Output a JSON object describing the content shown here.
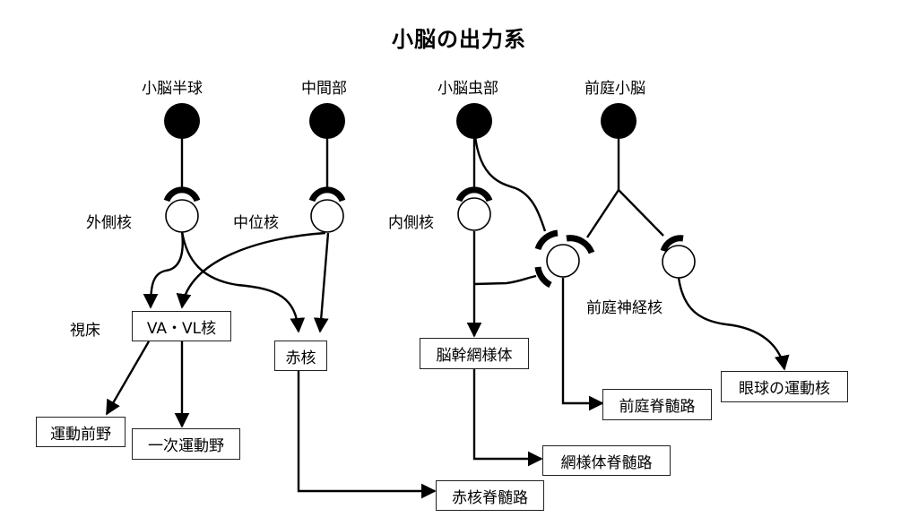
{
  "title": "小脳の出力系",
  "sources": [
    {
      "id": "hemisphere",
      "label": "小脳半球"
    },
    {
      "id": "intermediate",
      "label": "中間部"
    },
    {
      "id": "vermis",
      "label": "小脳虫部"
    },
    {
      "id": "vestibulocerebellum",
      "label": "前庭小脳"
    }
  ],
  "nuclei": [
    {
      "id": "dentate",
      "label": "外側核"
    },
    {
      "id": "interposed",
      "label": "中位核"
    },
    {
      "id": "fastigial",
      "label": "内側核"
    },
    {
      "id": "vestibular",
      "label": "前庭神経核"
    }
  ],
  "region_labels": {
    "thalamus": "視床"
  },
  "targets": [
    {
      "id": "va-vl",
      "label": "VA・VL核"
    },
    {
      "id": "red-nucleus",
      "label": "赤核"
    },
    {
      "id": "reticular",
      "label": "脳幹網様体"
    },
    {
      "id": "premotor",
      "label": "運動前野"
    },
    {
      "id": "primary-motor",
      "label": "一次運動野"
    },
    {
      "id": "vestibulospinal",
      "label": "前庭脊髄路"
    },
    {
      "id": "oculomotor",
      "label": "眼球の運動核"
    },
    {
      "id": "reticulospinal",
      "label": "網様体脊髄路"
    },
    {
      "id": "rubrospinal",
      "label": "赤核脊髄路"
    }
  ],
  "connections": [
    {
      "from": "小脳半球",
      "to": "外側核"
    },
    {
      "from": "中間部",
      "to": "中位核"
    },
    {
      "from": "小脳虫部",
      "to": "内側核"
    },
    {
      "from": "小脳虫部",
      "to": "前庭神経核"
    },
    {
      "from": "前庭小脳",
      "to": "前庭神経核"
    },
    {
      "from": "外側核",
      "to": "VA・VL核"
    },
    {
      "from": "外側核",
      "to": "赤核"
    },
    {
      "from": "中位核",
      "to": "VA・VL核"
    },
    {
      "from": "中位核",
      "to": "赤核"
    },
    {
      "from": "VA・VL核",
      "to": "運動前野"
    },
    {
      "from": "VA・VL核",
      "to": "一次運動野"
    },
    {
      "from": "赤核",
      "to": "赤核脊髄路"
    },
    {
      "from": "内側核",
      "to": "脳幹網様体"
    },
    {
      "from": "内側核",
      "to": "前庭神経核"
    },
    {
      "from": "脳幹網様体",
      "to": "網様体脊髄路"
    },
    {
      "from": "前庭神経核",
      "to": "前庭脊髄路"
    },
    {
      "from": "前庭神経核",
      "to": "眼球の運動核"
    }
  ]
}
